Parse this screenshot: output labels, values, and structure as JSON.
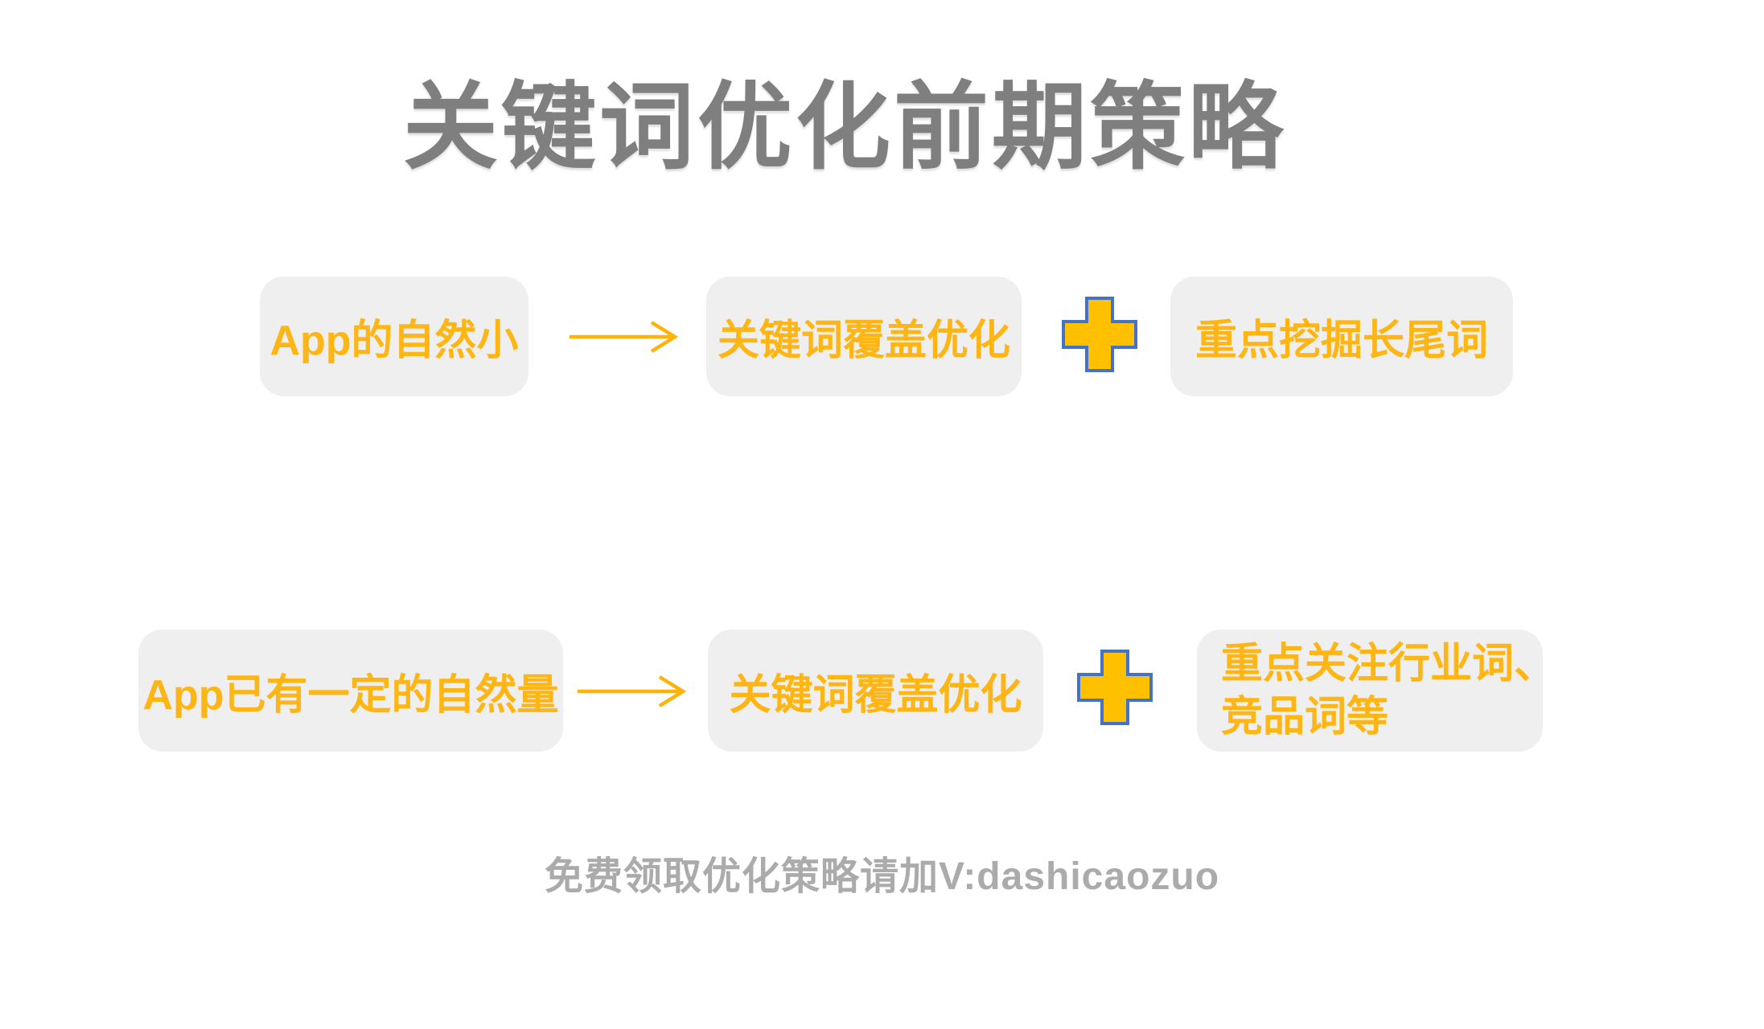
{
  "title": {
    "text": "关键词优化前期策略",
    "color": "#7F7F7F"
  },
  "colors": {
    "accent_orange": "#FFB513",
    "box_background": "#EFEFEF",
    "plus_fill": "#FFC000",
    "plus_border": "#4472C4",
    "footer_gray": "#ABABAB"
  },
  "icons": {
    "arrow": "right-arrow-icon",
    "plus": "plus-icon"
  },
  "rows": [
    {
      "source_label": "App的自然小",
      "action_label": "关键词覆盖优化",
      "result_lines": [
        "重点挖掘长尾词"
      ]
    },
    {
      "source_label": "App已有一定的自然量",
      "action_label": "关键词覆盖优化",
      "result_lines": [
        "重点关注行业词、",
        "竞品词等"
      ]
    }
  ],
  "footer": {
    "text": "免费领取优化策略请加V:dashicaozuo"
  }
}
